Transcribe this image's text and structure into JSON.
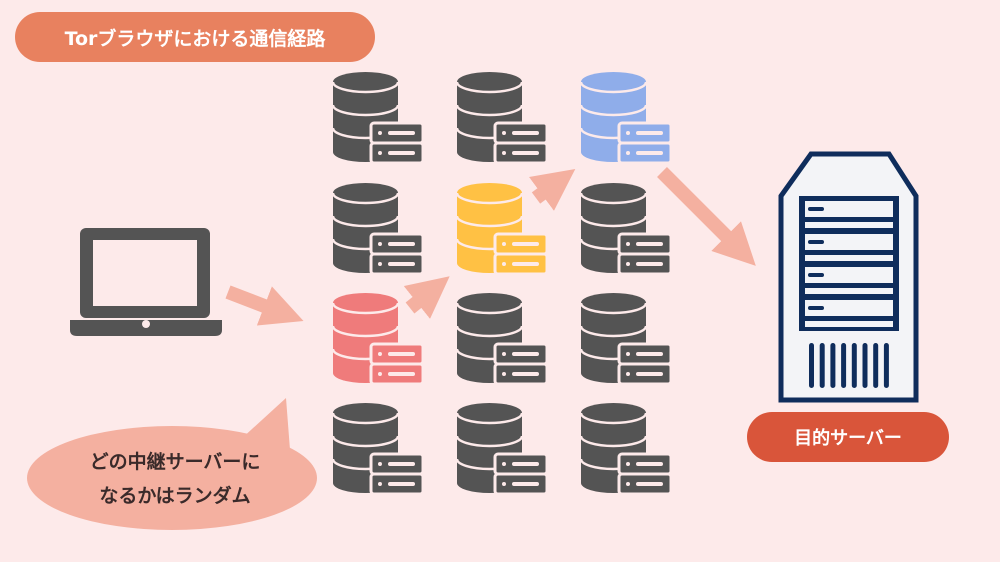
{
  "title": "Torブラウザにおける通信経路",
  "target_label": "目的サーバー",
  "bubble": {
    "line1": "どの中継サーバーに",
    "line2": "なるかはランダム"
  },
  "colors": {
    "default": "#545454",
    "entry": "#ef7b7b",
    "middle": "#ffc144",
    "exit": "#8fadea",
    "arrow": "#f4b0a0"
  },
  "relay_grid": [
    [
      "default",
      "default",
      "exit"
    ],
    [
      "default",
      "middle",
      "default"
    ],
    [
      "entry",
      "default",
      "default"
    ],
    [
      "default",
      "default",
      "default"
    ]
  ]
}
